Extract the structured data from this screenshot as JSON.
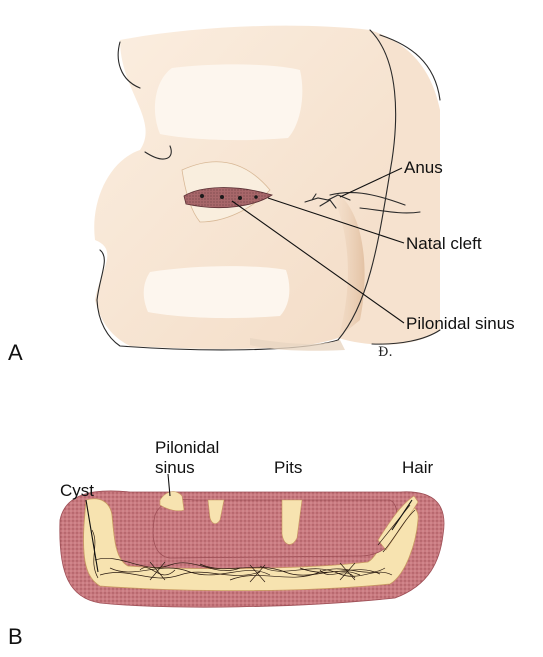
{
  "figure_a": {
    "panel_label": "A",
    "labels": {
      "anus": "Anus",
      "natal_cleft": "Natal cleft",
      "pilonidal_sinus": "Pilonidal sinus"
    },
    "signature": "Ɖ."
  },
  "figure_b": {
    "panel_label": "B",
    "labels": {
      "cyst": "Cyst",
      "pilonidal_line1": "Pilonidal",
      "pilonidal_line2": "sinus",
      "pits": "Pits",
      "hair": "Hair"
    }
  },
  "colors": {
    "skin": "#f7e6d3",
    "skin_shadow": "#e9cdb1",
    "highlight": "#fdf4ea",
    "lesion": "#a8676a",
    "tissue": "#c97a80",
    "cyst_fill": "#f7e3b0"
  }
}
